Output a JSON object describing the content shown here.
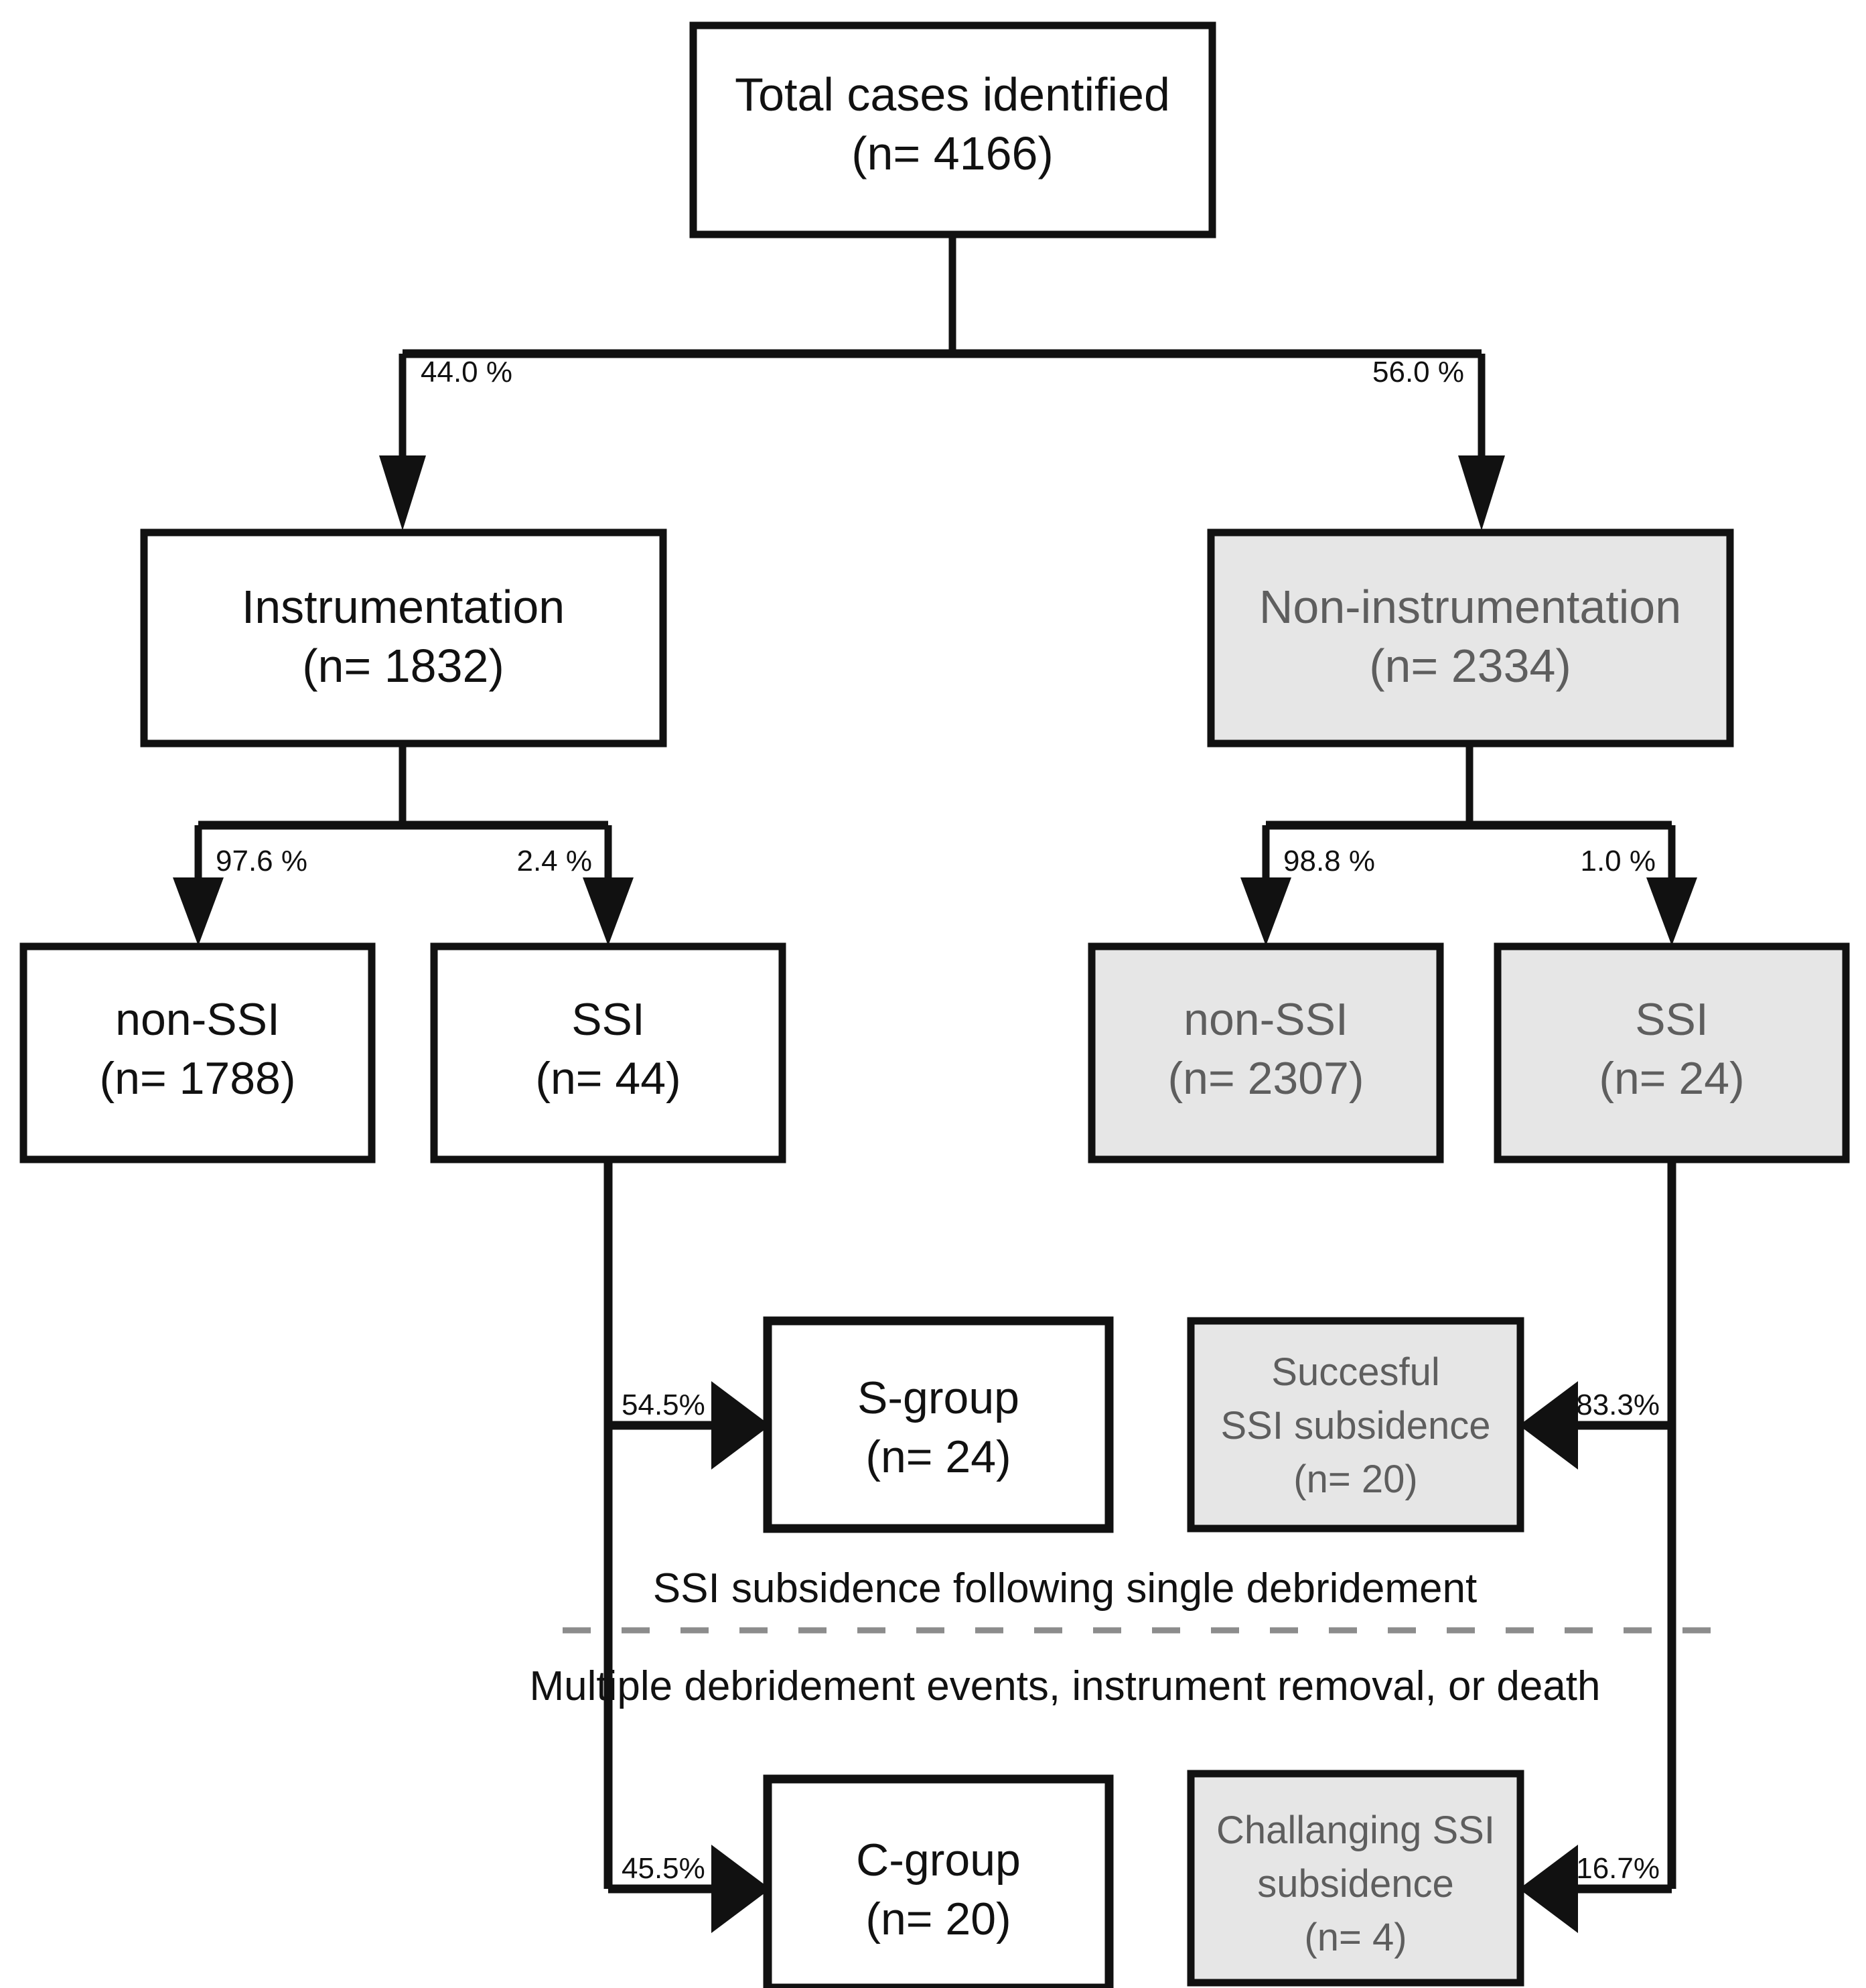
{
  "diagram": {
    "type": "flowchart",
    "title": "SSI case selection flowchart",
    "colors": {
      "line": "#111111",
      "box_border": "#111111",
      "white_fill": "#ffffff",
      "grey_fill": "#e6e6e6",
      "grey_text": "#5e5e5e",
      "dark_text": "#111111",
      "dashed_divider": "#8c8c8c"
    },
    "nodes": {
      "total": {
        "line1": "Total cases identified",
        "line2": "(n= 4166)",
        "style": "white"
      },
      "instrumentation": {
        "line1": "Instrumentation",
        "line2": "(n= 1832)",
        "style": "white"
      },
      "non_instrumentation": {
        "line1": "Non-instrumentation",
        "line2": "(n= 2334)",
        "style": "grey"
      },
      "left_non_ssi": {
        "line1": "non-SSI",
        "line2": "(n= 1788)",
        "style": "white"
      },
      "left_ssi": {
        "line1": "SSI",
        "line2": "(n= 44)",
        "style": "white"
      },
      "right_non_ssi": {
        "line1": "non-SSI",
        "line2": "(n= 2307)",
        "style": "grey"
      },
      "right_ssi": {
        "line1": "SSI",
        "line2": "(n= 24)",
        "style": "grey"
      },
      "s_group": {
        "line1": "S-group",
        "line2": "(n= 24)",
        "style": "white"
      },
      "c_group": {
        "line1": "C-group",
        "line2": "(n= 20)",
        "style": "white"
      },
      "successful": {
        "line1": "Succesful",
        "line2": "SSI subsidence",
        "line3": "(n= 20)",
        "style": "grey"
      },
      "challenging": {
        "line1": "Challanging SSI",
        "line2": "subsidence",
        "line3": "(n= 4)",
        "style": "grey"
      }
    },
    "edge_labels": {
      "total_to_instrumentation": "44.0 %",
      "total_to_non_instrumentation": "56.0 %",
      "instr_to_non_ssi": "97.6 %",
      "instr_to_ssi": "2.4 %",
      "noninstr_to_non_ssi": "98.8 %",
      "noninstr_to_ssi": "1.0 %",
      "ssi_to_s_group": "54.5%",
      "ssi_to_c_group": "45.5%",
      "right_ssi_to_successful": "83.3%",
      "right_ssi_to_challenging": "16.7%"
    },
    "captions": {
      "above_divider": "SSI subsidence following single debridement",
      "below_divider": "Multiple debridement events, instrument removal, or death"
    }
  }
}
